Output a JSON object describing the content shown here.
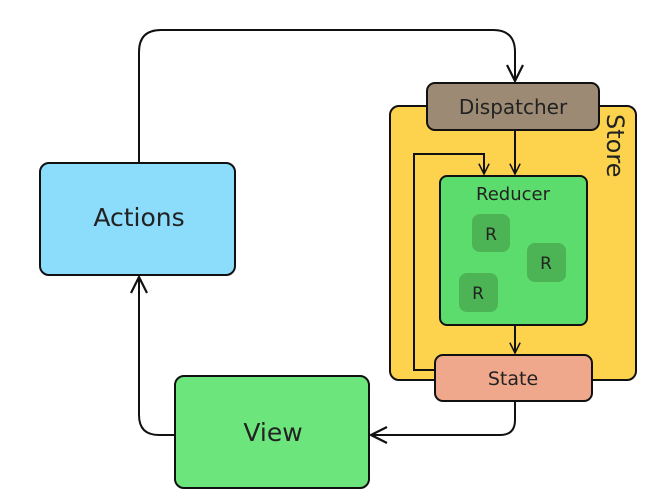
{
  "nodes": {
    "actions": {
      "label": "Actions",
      "color": "#8cdcfc"
    },
    "view": {
      "label": "View",
      "color": "#6ce67c"
    },
    "dispatcher": {
      "label": "Dispatcher",
      "color": "#9c8a74"
    },
    "store": {
      "label": "Store",
      "color": "#fdd34e"
    },
    "reducer": {
      "label": "Reducer",
      "color": "#5cdc6c"
    },
    "reducer_items": [
      {
        "label": "R"
      },
      {
        "label": "R"
      },
      {
        "label": "R"
      }
    ],
    "reducer_item_color": "#4cb454",
    "state": {
      "label": "State",
      "color": "#f0a88c"
    }
  },
  "edge_color": "#111111"
}
